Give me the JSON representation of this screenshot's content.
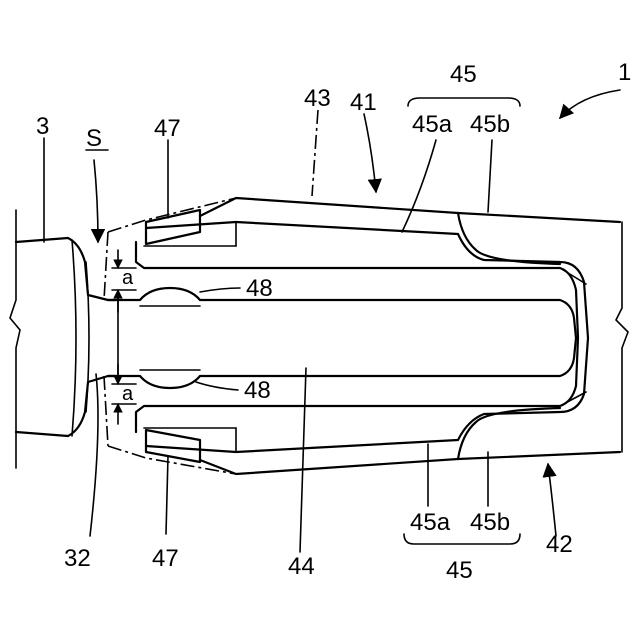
{
  "labels": {
    "l1": "1",
    "l3": "3",
    "lS": "S",
    "l47_top": "47",
    "l43": "43",
    "l41": "41",
    "l45_top": "45",
    "l45a_top": "45a",
    "l45b_top": "45b",
    "l48_top": "48",
    "l48_bot": "48",
    "la_top": "a",
    "la_bot": "a",
    "l32": "32",
    "l47_bot": "47",
    "l44": "44",
    "l45a_bot": "45a",
    "l45b_bot": "45b",
    "l45_bot": "45",
    "l42": "42"
  }
}
